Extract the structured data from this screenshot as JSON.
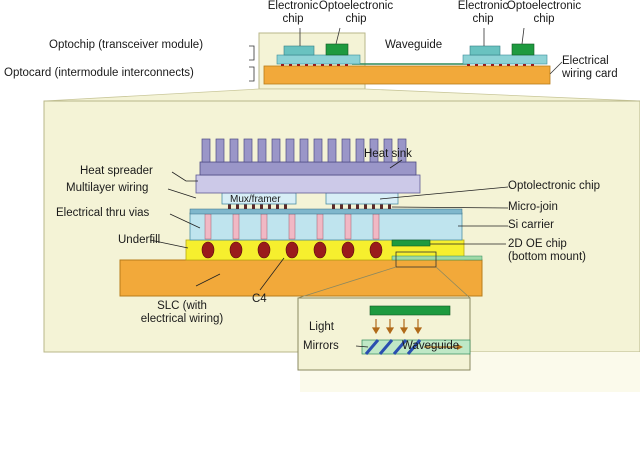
{
  "top_labels": {
    "electronic_chip_1": "Electronic\nchip",
    "optoelectronic_chip_1": "Optoelectronic\nchip",
    "electronic_chip_2": "Electronic\nchip",
    "optoelectronic_chip_2": "Optoelectronic\nchip",
    "optochip": "Optochip (transceiver module)",
    "optocard": "Optocard (intermodule interconnects)",
    "waveguide": "Waveguide",
    "electrical_wiring_card": "Electrical\nwiring card"
  },
  "detail_labels": {
    "heat_spreader": "Heat spreader",
    "heat_sink": "Heat sink",
    "multilayer_wiring": "Multilayer wiring",
    "optoelectronic_chip": "Optolectronic chip",
    "mux_framer": "Mux/framer",
    "micro_join": "Micro-join",
    "electrical_thru_vias": "Electrical thru vias",
    "si_carrier": "Si carrier",
    "underfill": "Underfill",
    "oe_chip_2d": "2D OE chip\n(bottom mount)",
    "slc": "SLC (with\nelectrical wiring)",
    "c4": "C4"
  },
  "inset_labels": {
    "light": "Light",
    "mirrors": "Mirrors",
    "waveguide": "Waveguide"
  },
  "colors": {
    "panel_bg": "#f4f3d6",
    "panel_border": "#b9b78a",
    "card_orange": "#f2a93a",
    "chip_teal": "#69c2c0",
    "oe_green": "#1e9a3f",
    "heat_sink_lavender": "#9a96c8",
    "si_carrier_blue": "#bfe4ee",
    "underfill_yellow": "#f6ef2e",
    "c4_red": "#9a1b1b"
  }
}
